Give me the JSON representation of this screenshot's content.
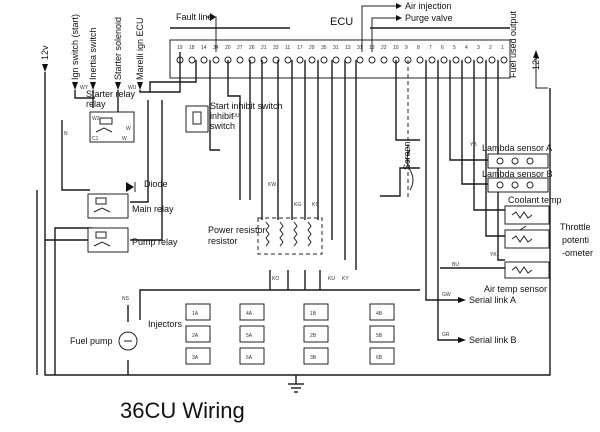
{
  "title": "36CU Wiring",
  "ecu": {
    "label": "ECU"
  },
  "top_labels": {
    "fault_line": "Fault line",
    "air_injection": "Air injection",
    "purge_valve": "Purge valve",
    "fuel_used_output": "Fuel used output",
    "v12_right": "12v"
  },
  "left_vertical_labels": {
    "v12_left": "12v",
    "ign_switch": "Ign switch (start)",
    "inertia_switch": "Inertia switch",
    "starter_solenoid": "Starter solenoid",
    "marelli_ign_ecu": "Marelli ign ECU"
  },
  "components": {
    "starter_relay": "Starter relay",
    "start_inhibit_switch": "Start inhibit switch",
    "diode": "Diode",
    "main_relay": "Main relay",
    "pump_relay": "Pump relay",
    "power_resistor": "Power resistor",
    "injectors": "Injectors",
    "fuel_pump": "Fuel pump",
    "screen": "Screen",
    "lambda_a": "Lambda sensor A",
    "lambda_b": "Lambda sensor B",
    "coolant_temp": "Coolant temp",
    "throttle_pot": "Throttle potentiometer",
    "air_temp": "Air temp sensor",
    "serial_a": "Serial link A",
    "serial_b": "Serial link B"
  },
  "wire_codes": {
    "wy": "WY",
    "wu": "WU",
    "w_a": "W",
    "n": "N",
    "ns": "NS",
    "ou": "OU",
    "kw": "KW",
    "kg": "KG",
    "ks": "KS",
    "ko": "KO",
    "ku": "KU",
    "ky": "KY",
    "yb": "YB",
    "gw": "GW",
    "gr": "GR",
    "yk": "YK",
    "bu": "BU"
  },
  "injectors_left": [
    "1A",
    "2A",
    "3A",
    "4A",
    "5A",
    "6A"
  ],
  "injectors_right": [
    "1B",
    "2B",
    "3B",
    "4B",
    "5B",
    "6B"
  ],
  "pin_numbers": [
    "19",
    "18",
    "14",
    "34",
    "20",
    "27",
    "26",
    "21",
    "33",
    "11",
    "17",
    "29",
    "35",
    "31",
    "13",
    "31",
    "18",
    "22",
    "10",
    "9",
    "8",
    "7",
    "6",
    "5",
    "4",
    "3",
    "2",
    "1"
  ]
}
